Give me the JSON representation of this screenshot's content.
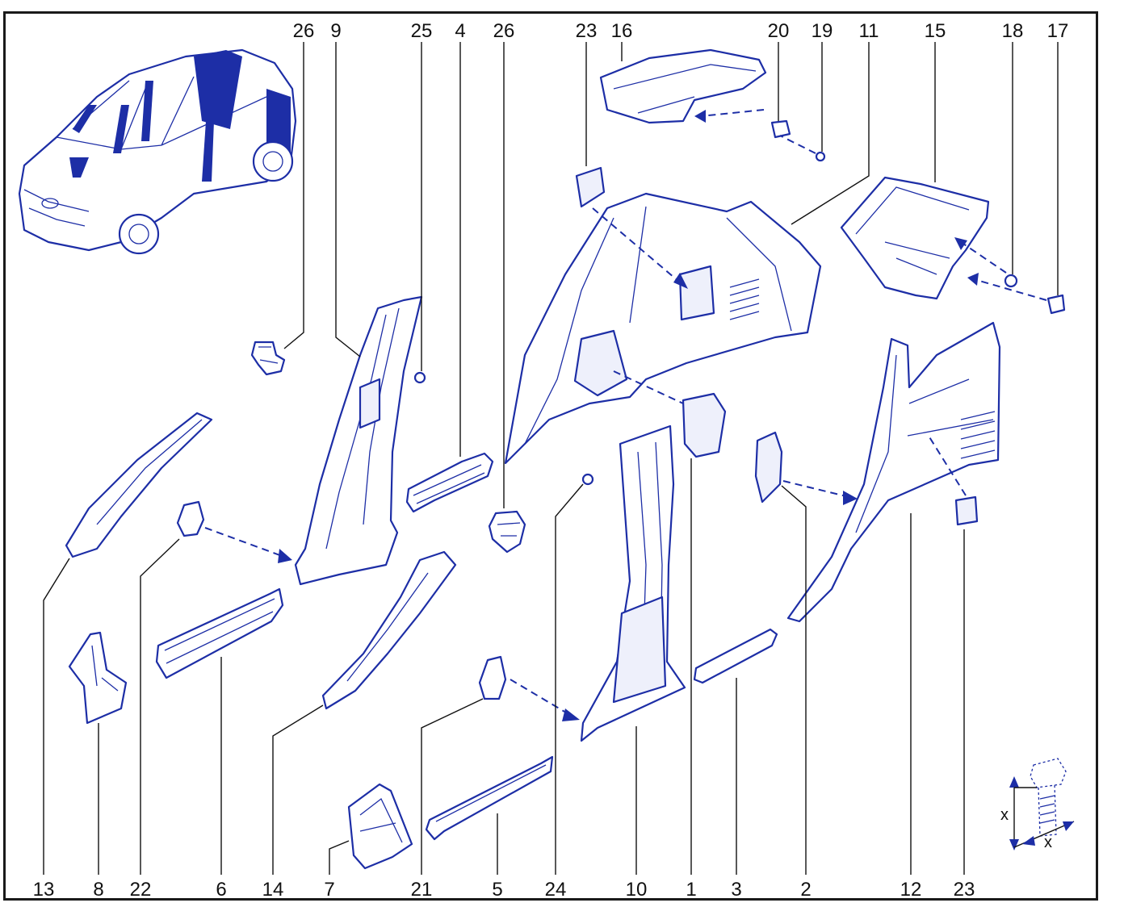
{
  "diagram": {
    "colors": {
      "line": "#1d2ea6",
      "highlight": "#1d2ea6",
      "text": "#111111",
      "frame": "#1a1a1a"
    },
    "labels_top": [
      "26",
      "9",
      "25",
      "4",
      "26",
      "23",
      "16",
      "20",
      "19",
      "11",
      "15",
      "18",
      "17"
    ],
    "labels_bottom": [
      "13",
      "8",
      "22",
      "6",
      "14",
      "7",
      "21",
      "5",
      "24",
      "10",
      "1",
      "3",
      "2",
      "12",
      "23"
    ],
    "detail_dimension_label": "x",
    "icons": [
      "vehicle-overview-icon",
      "bolt-dimension-icon"
    ]
  }
}
